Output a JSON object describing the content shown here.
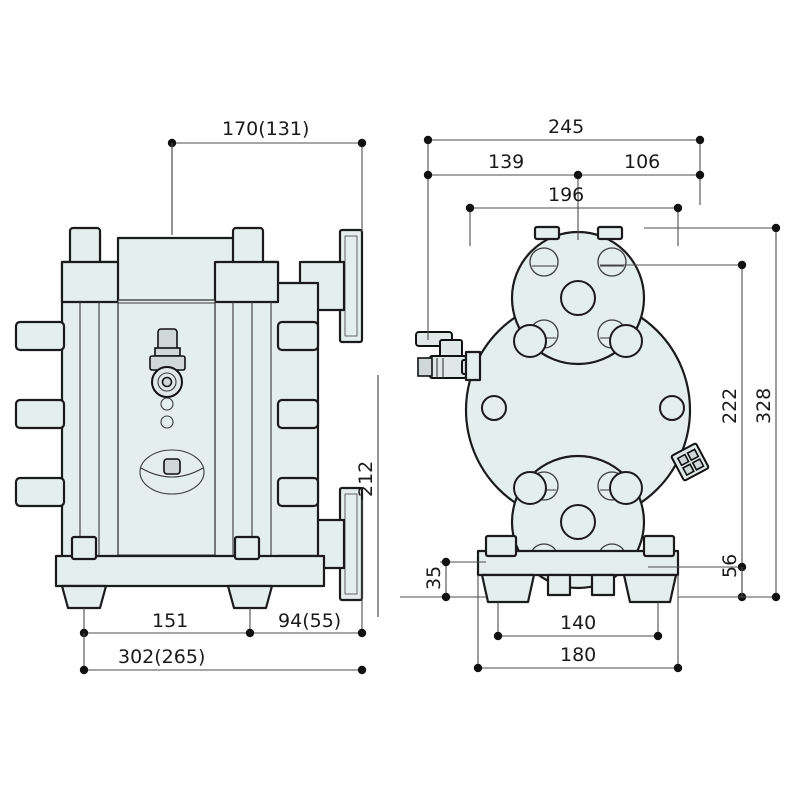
{
  "drawing": {
    "title": "Pump dimensional drawing",
    "units": "mm",
    "colors": {
      "primary_dim": "#1a1a1a",
      "alt_dim": "#ee1111",
      "part_fill": "#e4eeec",
      "outline": "#1b1b1b"
    },
    "views": [
      {
        "name": "front-view",
        "label": ""
      },
      {
        "name": "side-view",
        "label": ""
      }
    ],
    "dimensions": {
      "front_top_width": {
        "name": "dim-170-131",
        "primary": "170",
        "alt": "(131)"
      },
      "front_bottom_left": {
        "name": "dim-151",
        "primary": "151",
        "alt": ""
      },
      "front_bottom_right": {
        "name": "dim-94-55",
        "primary": "94",
        "alt": "(55)"
      },
      "front_overall_width": {
        "name": "dim-302-265",
        "primary": "302",
        "alt": "(265)"
      },
      "front_height": {
        "name": "dim-212",
        "primary": "212",
        "alt": ""
      },
      "side_overall_width": {
        "name": "dim-245",
        "primary": "245",
        "alt": ""
      },
      "side_left_width": {
        "name": "dim-139",
        "primary": "139",
        "alt": ""
      },
      "side_right_width": {
        "name": "dim-106",
        "primary": "106",
        "alt": ""
      },
      "side_inner_width": {
        "name": "dim-196",
        "primary": "196",
        "alt": ""
      },
      "side_height_222": {
        "name": "dim-222",
        "primary": "222",
        "alt": ""
      },
      "side_height_328": {
        "name": "dim-328",
        "primary": "328",
        "alt": ""
      },
      "side_height_56": {
        "name": "dim-56",
        "primary": "56",
        "alt": ""
      },
      "side_foot_height_35": {
        "name": "dim-35",
        "primary": "35",
        "alt": ""
      },
      "side_foot_inner_140": {
        "name": "dim-140",
        "primary": "140",
        "alt": ""
      },
      "side_foot_outer_180": {
        "name": "dim-180",
        "primary": "180",
        "alt": ""
      }
    }
  }
}
